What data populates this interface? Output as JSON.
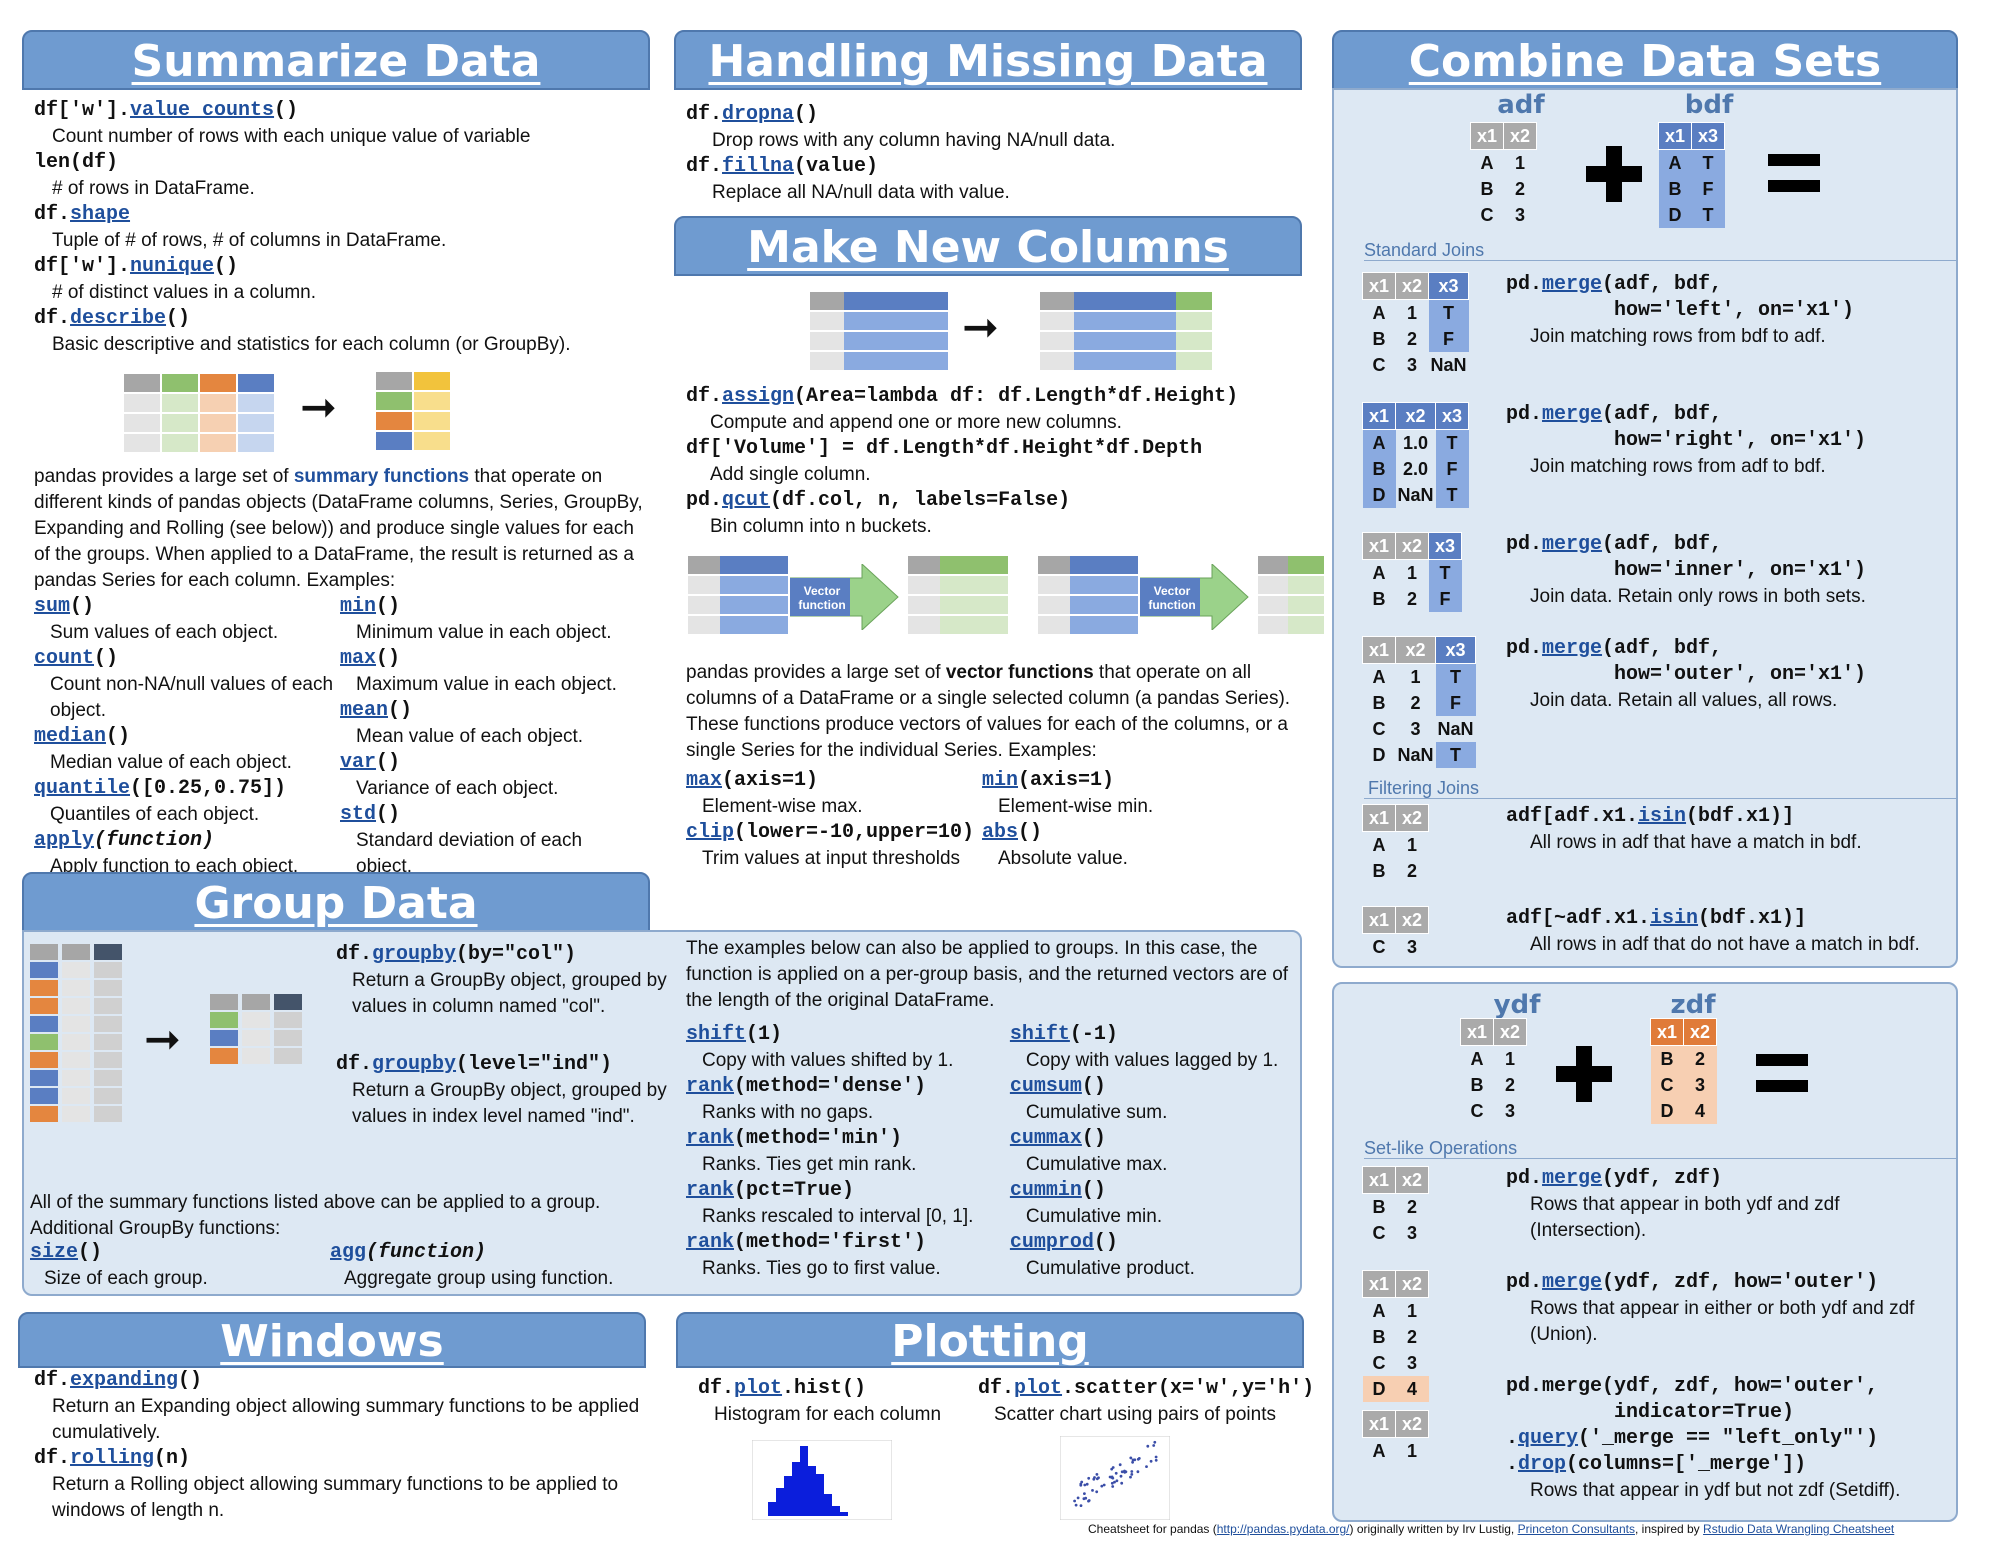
{
  "summarize": {
    "title": "Summarize Data",
    "items": [
      {
        "pre": "df['w'].",
        "fn": "value_counts",
        "post": "()",
        "desc": "Count number of rows with each unique value of variable"
      },
      {
        "pre": "len(df)",
        "fn": "",
        "post": "",
        "desc": "# of rows in DataFrame."
      },
      {
        "pre": "df.",
        "fn": "shape",
        "post": "",
        "desc": "Tuple of # of rows, # of columns in DataFrame."
      },
      {
        "pre": "df['w'].",
        "fn": "nunique",
        "post": "()",
        "desc": "# of distinct values in a column."
      },
      {
        "pre": "df.",
        "fn": "describe",
        "post": "()",
        "desc": "Basic descriptive and statistics for each column (or GroupBy)."
      }
    ],
    "para_pre": "pandas provides a large set of ",
    "para_link": "summary functions",
    "para_post": " that operate on different kinds of pandas objects (DataFrame columns, Series, GroupBy, Expanding and Rolling (see below)) and produce single values for each of the groups. When applied to a DataFrame, the result is returned as a pandas Series for each column. Examples:",
    "left": [
      {
        "fn": "sum",
        "post": "()",
        "desc": "Sum values of each object."
      },
      {
        "fn": "count",
        "post": "()",
        "desc": "Count non-NA/null values of each object."
      },
      {
        "fn": "median",
        "post": "()",
        "desc": "Median value of each object."
      },
      {
        "fn": "quantile",
        "post": "([0.25,0.75])",
        "desc": "Quantiles of each object."
      },
      {
        "fn": "apply",
        "post": "(function)",
        "desc": "Apply function to each object."
      }
    ],
    "right": [
      {
        "fn": "min",
        "post": "()",
        "desc": "Minimum value in each object."
      },
      {
        "fn": "max",
        "post": "()",
        "desc": "Maximum value in each object."
      },
      {
        "fn": "mean",
        "post": "()",
        "desc": "Mean value of each object."
      },
      {
        "fn": "var",
        "post": "()",
        "desc": "Variance of each object."
      },
      {
        "fn": "std",
        "post": "()",
        "desc": "Standard deviation of each object."
      }
    ]
  },
  "missing": {
    "title": "Handling Missing Data",
    "items": [
      {
        "pre": "df.",
        "fn": "dropna",
        "post": "()",
        "desc": "Drop rows with any column having NA/null data."
      },
      {
        "pre": "df.",
        "fn": "fillna",
        "post": "(value)",
        "desc": "Replace all NA/null data with value."
      }
    ]
  },
  "newcols": {
    "title": "Make New Columns",
    "items": [
      {
        "pre": "df.",
        "fn": "assign",
        "post": "(Area=lambda df: df.Length*df.Height)",
        "desc": "Compute and append one or more new columns."
      },
      {
        "pre": "df['Volume'] = df.Length*df.Height*df.Depth",
        "fn": "",
        "post": "",
        "desc": "Add single column."
      },
      {
        "pre": "pd.",
        "fn": "qcut",
        "post": "(df.col, n, labels=False)",
        "desc": "Bin column into n buckets."
      }
    ],
    "vector_label": "Vector function",
    "para_pre": "pandas provides a large set of ",
    "para_bold": "vector functions",
    "para_post": " that operate on all columns of a DataFrame or a single selected column (a pandas Series). These functions produce vectors of values for each of the columns, or a single Series for the individual Series. Examples:",
    "left": [
      {
        "fn": "max",
        "post": "(axis=1)",
        "desc": "Element-wise max."
      },
      {
        "fn": "clip",
        "post": "(lower=-10,upper=10)",
        "desc": "Trim values at input thresholds"
      }
    ],
    "right": [
      {
        "fn": "min",
        "post": "(axis=1)",
        "desc": "Element-wise min."
      },
      {
        "fn": "abs",
        "post": "()",
        "desc": "Absolute value."
      }
    ]
  },
  "group": {
    "title": "Group Data",
    "items": [
      {
        "pre": "df.",
        "fn": "groupby",
        "post": "(by=\"col\")",
        "desc": "Return a GroupBy object, grouped by values in column named \"col\"."
      },
      {
        "pre": "df.",
        "fn": "groupby",
        "post": "(level=\"ind\")",
        "desc": "Return a GroupBy object, grouped by values in index level named \"ind\"."
      }
    ],
    "note": "All of the summary functions listed above can be applied to a group. Additional GroupBy functions:",
    "extra": [
      {
        "fn": "size",
        "post": "()",
        "desc": "Size of each group."
      },
      {
        "fn": "agg",
        "post": "(function)",
        "desc": "Aggregate group using function."
      }
    ],
    "right_note": "The examples below can also be applied to groups. In this case, the function is applied on a per-group basis, and the returned vectors are of the length of the original DataFrame.",
    "left": [
      {
        "fn": "shift",
        "post": "(1)",
        "desc": "Copy with values shifted by 1."
      },
      {
        "fn": "rank",
        "post": "(method='dense')",
        "desc": "Ranks with no gaps."
      },
      {
        "fn": "rank",
        "post": "(method='min')",
        "desc": "Ranks. Ties get min rank."
      },
      {
        "fn": "rank",
        "post": "(pct=True)",
        "desc": "Ranks rescaled to interval [0, 1]."
      },
      {
        "fn": "rank",
        "post": "(method='first')",
        "desc": "Ranks. Ties go to first value."
      }
    ],
    "right": [
      {
        "fn": "shift",
        "post": "(-1)",
        "desc": "Copy with values lagged by 1."
      },
      {
        "fn": "cumsum",
        "post": "()",
        "desc": "Cumulative sum."
      },
      {
        "fn": "cummax",
        "post": "()",
        "desc": "Cumulative max."
      },
      {
        "fn": "cummin",
        "post": "()",
        "desc": "Cumulative min."
      },
      {
        "fn": "cumprod",
        "post": "()",
        "desc": "Cumulative product."
      }
    ]
  },
  "windows": {
    "title": "Windows",
    "items": [
      {
        "pre": "df.",
        "fn": "expanding",
        "post": "()",
        "desc": "Return an Expanding object allowing summary functions to be applied cumulatively."
      },
      {
        "pre": "df.",
        "fn": "rolling",
        "post": "(n)",
        "desc": "Return a Rolling object allowing summary functions to be applied to windows of length n."
      }
    ]
  },
  "plotting": {
    "title": "Plotting",
    "items": [
      {
        "pre": "df.",
        "fn": "plot",
        "post": ".hist()",
        "desc": "Histogram for each column"
      },
      {
        "pre": "df.",
        "fn": "plot",
        "post": ".scatter(x='w',y='h')",
        "desc": "Scatter chart using pairs of points"
      }
    ]
  },
  "combine": {
    "title": "Combine Data Sets",
    "adf_name": "adf",
    "bdf_name": "bdf",
    "adf": [
      [
        "x1",
        "x2"
      ],
      [
        "A",
        "1"
      ],
      [
        "B",
        "2"
      ],
      [
        "C",
        "3"
      ]
    ],
    "bdf": [
      [
        "x1",
        "x3"
      ],
      [
        "A",
        "T"
      ],
      [
        "B",
        "F"
      ],
      [
        "D",
        "T"
      ]
    ],
    "standard_joins": "Standard Joins",
    "joins": [
      {
        "table": [
          [
            "x1",
            "x2",
            "x3"
          ],
          [
            "A",
            "1",
            "T"
          ],
          [
            "B",
            "2",
            "F"
          ],
          [
            "C",
            "3",
            "NaN"
          ]
        ],
        "l1pre": "pd.",
        "fn": "merge",
        "l1post": "(adf, bdf,",
        "l2": "how='left', on='x1')",
        "desc": "Join matching rows from bdf to adf."
      },
      {
        "table": [
          [
            "x1",
            "x2",
            "x3"
          ],
          [
            "A",
            "1.0",
            "T"
          ],
          [
            "B",
            "2.0",
            "F"
          ],
          [
            "D",
            "NaN",
            "T"
          ]
        ],
        "l1pre": "pd.",
        "fn": "merge",
        "l1post": "(adf, bdf,",
        "l2": "how='right', on='x1')",
        "desc": "Join matching rows from adf to bdf."
      },
      {
        "table": [
          [
            "x1",
            "x2",
            "x3"
          ],
          [
            "A",
            "1",
            "T"
          ],
          [
            "B",
            "2",
            "F"
          ]
        ],
        "l1pre": "pd.",
        "fn": "merge",
        "l1post": "(adf, bdf,",
        "l2": "how='inner', on='x1')",
        "desc": "Join data. Retain only rows in both sets."
      },
      {
        "table": [
          [
            "x1",
            "x2",
            "x3"
          ],
          [
            "A",
            "1",
            "T"
          ],
          [
            "B",
            "2",
            "F"
          ],
          [
            "C",
            "3",
            "NaN"
          ],
          [
            "D",
            "NaN",
            "T"
          ]
        ],
        "l1pre": "pd.",
        "fn": "merge",
        "l1post": "(adf, bdf,",
        "l2": "how='outer', on='x1')",
        "desc": "Join data. Retain all values, all rows."
      }
    ],
    "filtering_joins": "Filtering Joins",
    "filters": [
      {
        "table": [
          [
            "x1",
            "x2"
          ],
          [
            "A",
            "1"
          ],
          [
            "B",
            "2"
          ]
        ],
        "pre": "adf[adf.x1.",
        "fn": "isin",
        "post": "(bdf.x1)]",
        "desc": "All rows in adf that have a match in bdf."
      },
      {
        "table": [
          [
            "x1",
            "x2"
          ],
          [
            "C",
            "3"
          ]
        ],
        "pre": "adf[~adf.x1.",
        "fn": "isin",
        "post": "(bdf.x1)]",
        "desc": "All rows in adf that do not have a match in bdf."
      }
    ],
    "ydf_name": "ydf",
    "zdf_name": "zdf",
    "ydf": [
      [
        "x1",
        "x2"
      ],
      [
        "A",
        "1"
      ],
      [
        "B",
        "2"
      ],
      [
        "C",
        "3"
      ]
    ],
    "zdf": [
      [
        "x1",
        "x2"
      ],
      [
        "B",
        "2"
      ],
      [
        "C",
        "3"
      ],
      [
        "D",
        "4"
      ]
    ],
    "setlike": "Set-like Operations",
    "sets": [
      {
        "table": [
          [
            "x1",
            "x2"
          ],
          [
            "B",
            "2"
          ],
          [
            "C",
            "3"
          ]
        ],
        "pre": "pd.",
        "fn": "merge",
        "post": "(ydf, zdf)",
        "desc": "Rows that appear in both ydf and zdf (Intersection)."
      },
      {
        "table": [
          [
            "x1",
            "x2"
          ],
          [
            "A",
            "1"
          ],
          [
            "B",
            "2"
          ],
          [
            "C",
            "3"
          ],
          [
            "D",
            "4"
          ]
        ],
        "pre": "pd.",
        "fn": "merge",
        "post": "(ydf, zdf, how='outer')",
        "desc": "Rows that appear in either or both ydf and zdf (Union)."
      }
    ],
    "setdiff": {
      "table": [
        [
          "x1",
          "x2"
        ],
        [
          "A",
          "1"
        ]
      ],
      "l1": "pd.merge(ydf, zdf, how='outer',",
      "l2": "indicator=True)",
      "l3pre": ".",
      "l3fn": "query",
      "l3post": "('_merge == \"left_only\"')",
      "l4pre": ".",
      "l4fn": "drop",
      "l4post": "(columns=['_merge'])",
      "desc": "Rows that appear in ydf but not zdf (Setdiff)."
    }
  },
  "footer": {
    "pre": "Cheatsheet for pandas (",
    "link1": "http://pandas.pydata.org/",
    "mid": ") originally written by Irv Lustig, ",
    "link2": "Princeton Consultants",
    "mid2": ",  inspired by ",
    "link3": "Rstudio Data Wrangling Cheatsheet"
  }
}
